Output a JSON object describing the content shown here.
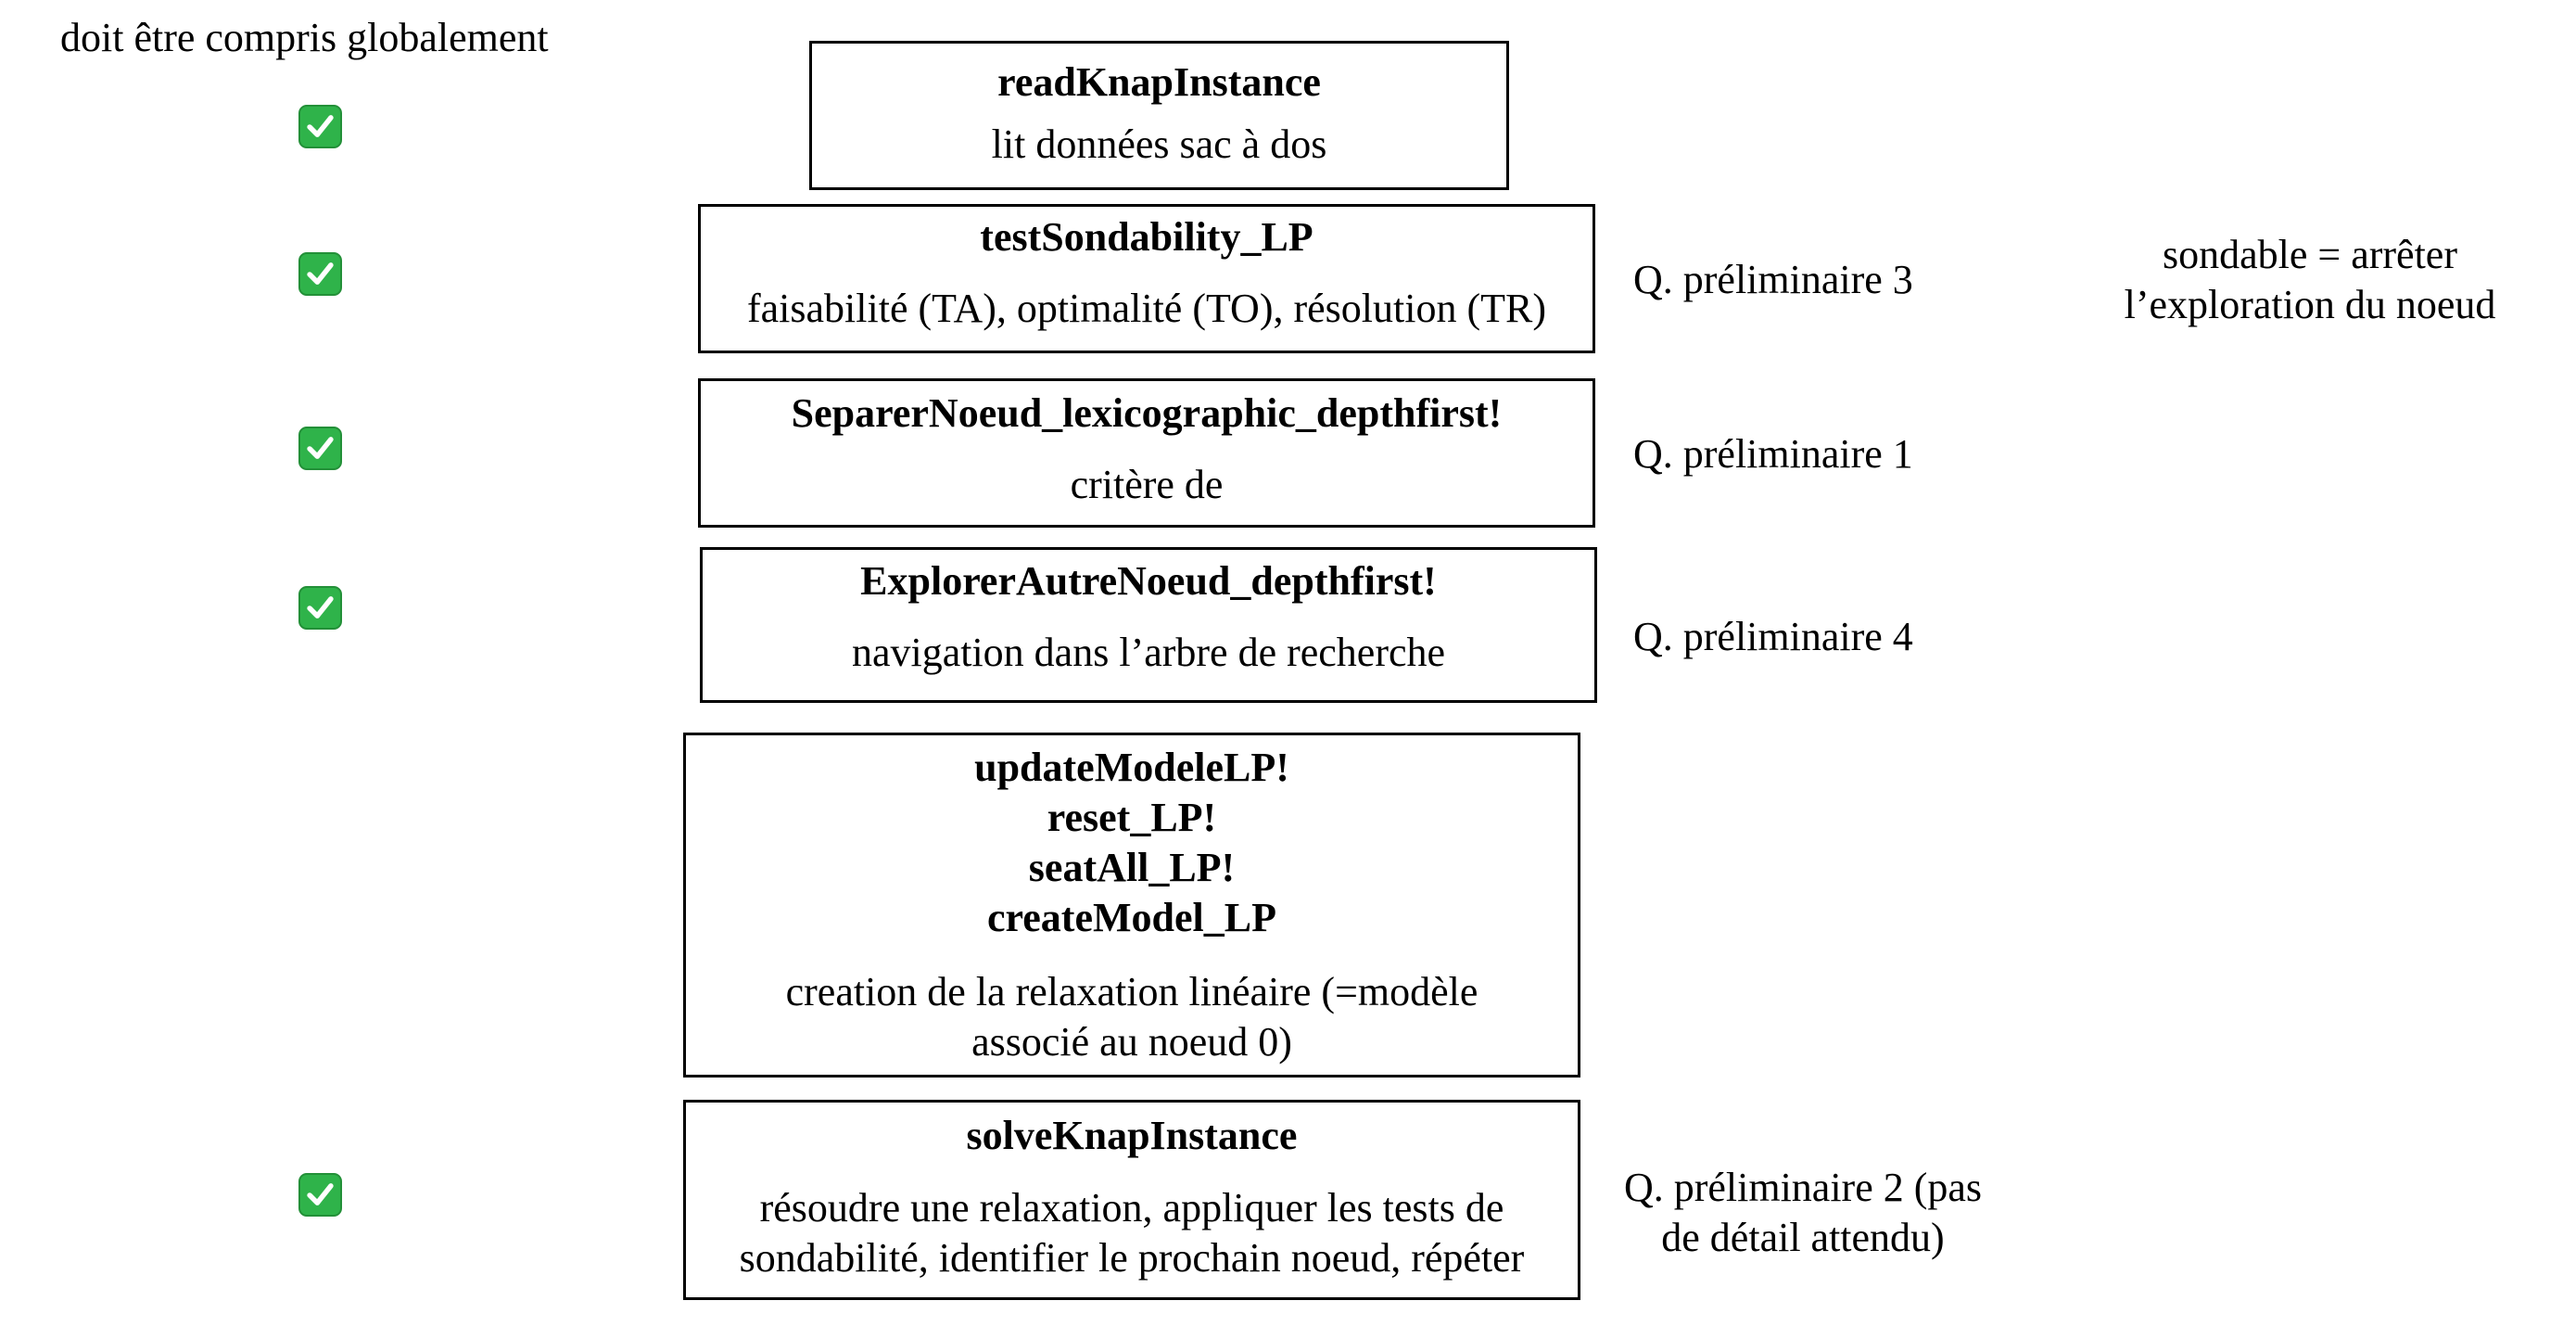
{
  "header_note": "doit être compris globalement",
  "colors": {
    "check_green": "#2fb34a",
    "border": "#000000"
  },
  "icons": {
    "check": "check-mark-icon"
  },
  "boxes": [
    {
      "titles": [
        "readKnapInstance"
      ],
      "description": "lit données sac à dos",
      "checked": true,
      "note": ""
    },
    {
      "titles": [
        "testSondability_LP"
      ],
      "description": "faisabilité (TA), optimalité (TO), résolution (TR)",
      "checked": true,
      "note": "Q. préliminaire 3"
    },
    {
      "titles": [
        "SeparerNoeud_lexicographic_depthfirst!"
      ],
      "description": "critère de",
      "checked": true,
      "note": "Q. préliminaire 1"
    },
    {
      "titles": [
        "ExplorerAutreNoeud_depthfirst!"
      ],
      "description": "navigation dans l’arbre de recherche",
      "checked": true,
      "note": "Q. préliminaire 4"
    },
    {
      "titles": [
        "updateModeleLP!",
        "reset_LP!",
        "seatAll_LP!",
        "createModel_LP"
      ],
      "description": "creation de la relaxation linéaire (=modèle associé au noeud 0)",
      "checked": false,
      "note": ""
    },
    {
      "titles": [
        "solveKnapInstance"
      ],
      "description": "résoudre une relaxation, appliquer les tests de sondabilité, identifier le prochain noeud, répéter",
      "checked": true,
      "note": "Q. préliminaire 2 (pas de détail attendu)"
    }
  ],
  "side_note": "sondable = arrêter l’exploration du noeud"
}
